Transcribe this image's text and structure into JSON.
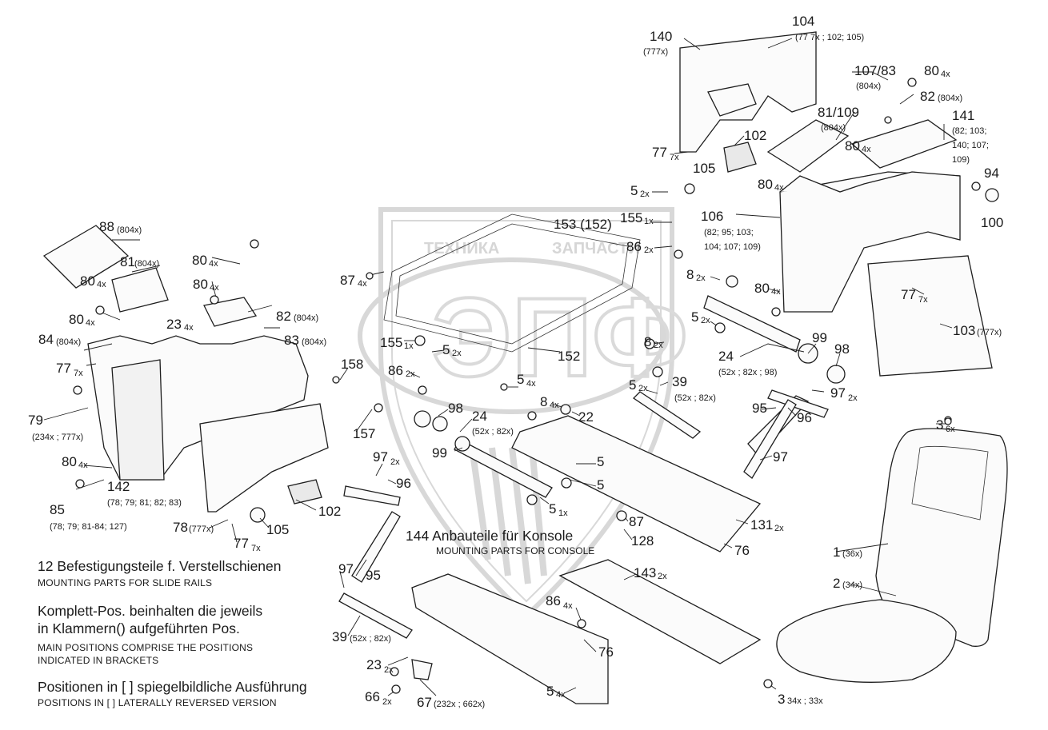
{
  "watermark": {
    "text_left": "ТЕХНИКА",
    "text_right": "ЗАПЧАСТИ",
    "logo_text": "ЭПФ"
  },
  "labels": {
    "l140": "140",
    "l140s": "(777x)",
    "l104": "104",
    "l104s": "(77 7x ; 102; 105)",
    "l107": "107/83",
    "l107s": "(804x)",
    "l80a": "80",
    "l80as": "4x",
    "l82a": "82",
    "l82as": "(804x)",
    "l141": "141",
    "l141s1": "(82; 103;",
    "l141s2": "140; 107;",
    "l141s3": "109)",
    "l81109": "81/109",
    "l81109s": "(804x)",
    "l102a": "102",
    "l77a": "77",
    "l77as": "7x",
    "l105a": "105",
    "l80b": "80",
    "l80bs": "4x",
    "l80c": "80",
    "l80cs": "4x",
    "l94": "94",
    "l5a": "5",
    "l5as": "2x",
    "l100": "100",
    "l155a": "155",
    "l155as": "1x",
    "l153": "153 (152)",
    "l106": "106",
    "l106s1": "(82; 95; 103;",
    "l106s2": "104; 107; 109)",
    "l86a": "86",
    "l86as": "2x",
    "l87a": "87",
    "l87as": "4x",
    "l88": "88",
    "l88s": "(804x)",
    "l81": "81",
    "l81s": "(804x)",
    "l80d": "80",
    "l80ds": "4x",
    "l80e": "80",
    "l80es": "4x",
    "l80f": "80",
    "l80fs": "4x",
    "l80g": "80",
    "l80gs": "4x",
    "l82b": "82",
    "l82bs": "(804x)",
    "l83": "83",
    "l83s": "(804x)",
    "l8a": "8",
    "l8as": "2x",
    "l80h": "80",
    "l80hs": "4x",
    "l77b": "77",
    "l77bs": "7x",
    "l5b": "5",
    "l5bs": "2x",
    "l23a": "23",
    "l23as": "4x",
    "l84": "84",
    "l84s": "(804x)",
    "l155b": "155",
    "l155bs": "1x",
    "l5c": "5",
    "l5cs": "2x",
    "l152": "152",
    "l103": "103",
    "l103s": "(777x)",
    "l99a": "99",
    "l98a": "98",
    "l24a": "24",
    "l24as": "(52x ; 82x ; 98)",
    "l8b": "8",
    "l8bs": "2x",
    "l77c": "77",
    "l77cs": "7x",
    "l158": "158",
    "l86b": "86",
    "l86bs": "2x",
    "l5d": "5",
    "l5ds": "4x",
    "l39a": "39",
    "l39as": "(52x ; 82x)",
    "l5e": "5",
    "l5es": "2x",
    "l97a": "97",
    "l97as": "2x",
    "l79": "79",
    "l79s": "(234x ; 777x)",
    "l8c": "8",
    "l8cs": "4x",
    "l22": "22",
    "l95a": "95",
    "l96a": "96",
    "l157": "157",
    "l98b": "98",
    "l24b": "24",
    "l24bs": "(52x ; 82x)",
    "l3a": "3",
    "l3as": "6x",
    "l80i": "80",
    "l80is": "4x",
    "l99b": "99",
    "l5f": "5",
    "l97b": "97",
    "l97c": "97",
    "l97cs": "2x",
    "l96b": "96",
    "l142": "142",
    "l142s": "(78; 79; 81; 82; 83)",
    "l85": "85",
    "l85s": "(78; 79; 81-84; 127)",
    "l5g": "5",
    "l5h": "5",
    "l5hs": "1x",
    "l102b": "102",
    "l78": "78",
    "l78s": "(777x)",
    "l105b": "105",
    "l77d": "77",
    "l77ds": "7x",
    "l87b": "87",
    "l131": "131",
    "l131s": "2x",
    "l128": "128",
    "l76a": "76",
    "l1": "1",
    "l1s": "(36x)",
    "l143": "143",
    "l143s": "2x",
    "l2": "2",
    "l2s": "(34x)",
    "l97d": "97",
    "l95b": "95",
    "l86c": "86",
    "l86cs": "4x",
    "l76b": "76",
    "l39b": "39",
    "l39bs": "(52x ; 82x)",
    "l23b": "23",
    "l23bs": "2x",
    "l66": "66",
    "l66s": "2x",
    "l67": "67",
    "l67s": "(232x ; 662x)",
    "l5i": "5",
    "l5is": "4x",
    "l34": "34x ; 33x",
    "l3b": "3"
  },
  "console_caption": {
    "de": "144 Anbauteile für Konsole",
    "en": "MOUNTING PARTS FOR CONSOLE"
  },
  "notes": {
    "rails_de": "12 Befestigungsteile f. Verstellschienen",
    "rails_en": "MOUNTING PARTS FOR SLIDE RAILS",
    "complete_de_1": "Komplett-Pos. beinhalten die jeweils",
    "complete_de_2": "in Klammern() aufgeführten Pos.",
    "complete_en_1": "MAIN POSITIONS COMPRISE THE POSITIONS",
    "complete_en_2": "INDICATED IN BRACKETS",
    "mirror_de": "Positionen in [ ] spiegelbildliche Ausführung",
    "mirror_en": "POSITIONS IN [ ] LATERALLY REVERSED VERSION"
  }
}
